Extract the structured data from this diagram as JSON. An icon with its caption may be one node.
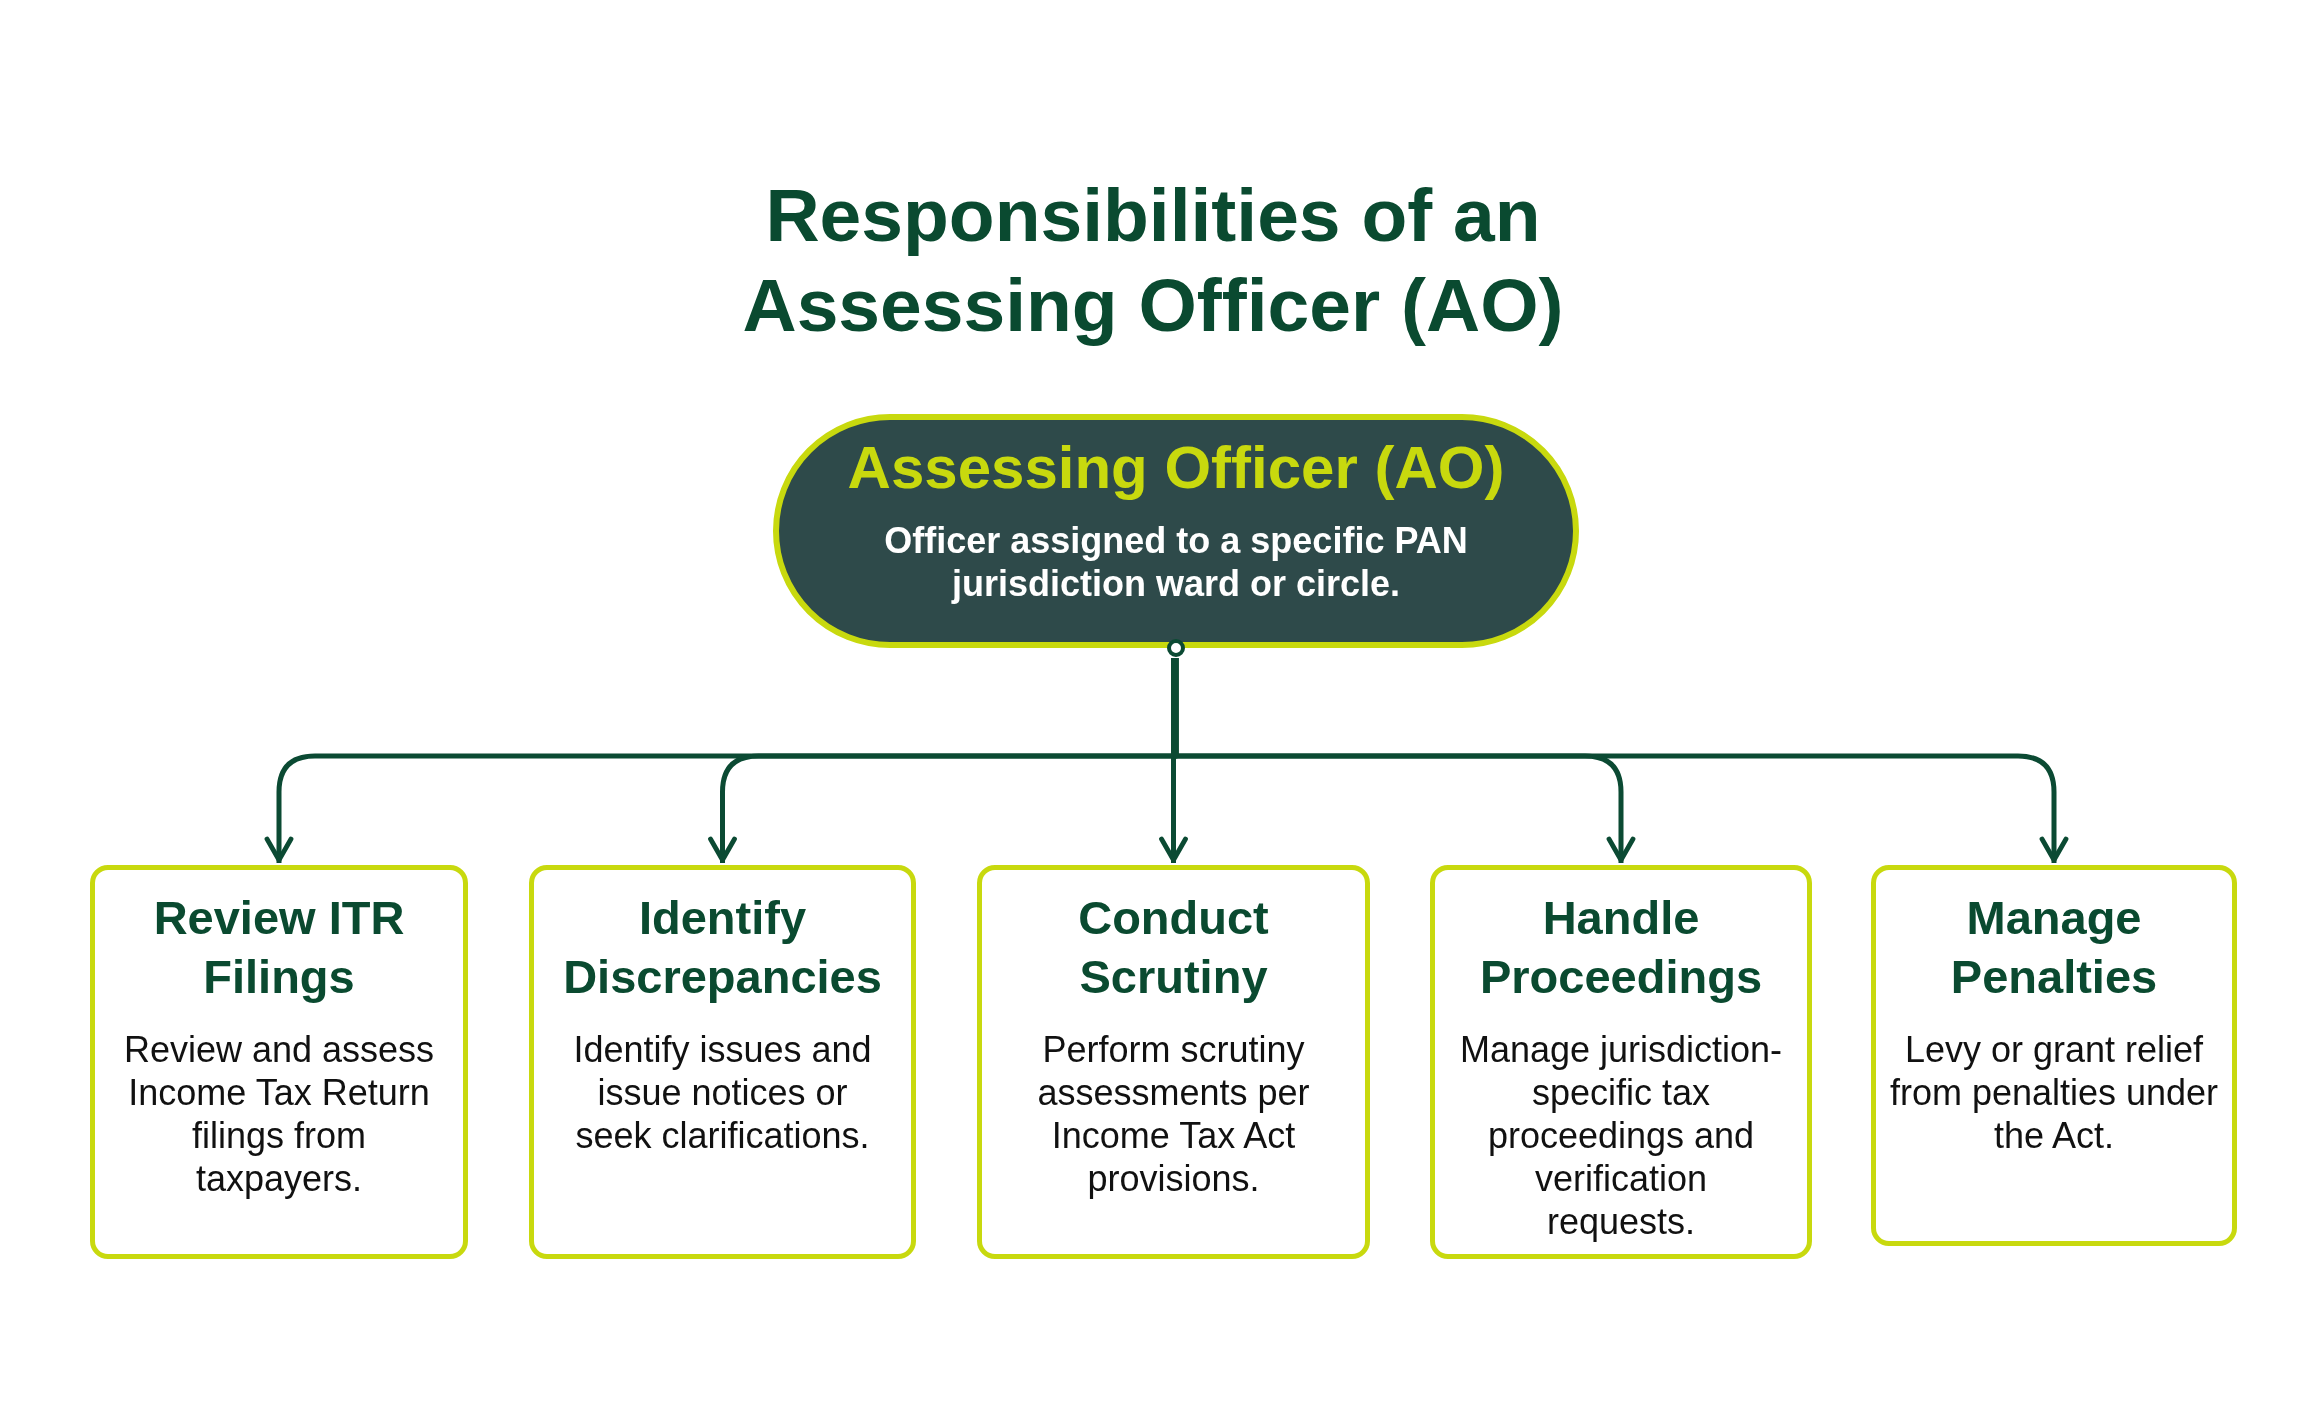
{
  "diagram": {
    "title": "Responsibilities of an Assessing Officer (AO)",
    "nodes": [
      {
        "text": [
          "Assessing Officer (AO)",
          "Officer assigned to a specific PAN jurisdiction ward or circle."
        ]
      },
      {
        "text": [
          "Review ITR Filings",
          "Review and assess Income Tax Return filings from taxpayers."
        ]
      },
      {
        "text": [
          "Identify Discrepancies",
          "Identify issues and issue notices or seek clarifications."
        ]
      },
      {
        "text": [
          "Conduct Scrutiny",
          "Perform scrutiny assessments per Income Tax Act provisions."
        ]
      },
      {
        "text": [
          "Handle Proceedings",
          "Manage jurisdiction-specific tax proceedings and verification requests."
        ]
      },
      {
        "text": [
          "Manage Penalties",
          "Levy or grant relief from penalties under the Act."
        ]
      }
    ],
    "edges": [
      {
        "from": 0,
        "to": 1,
        "arrow": "to"
      },
      {
        "from": 0,
        "to": 2,
        "arrow": "to"
      },
      {
        "from": 0,
        "to": 3,
        "arrow": "to"
      },
      {
        "from": 0,
        "to": 4,
        "arrow": "to"
      },
      {
        "from": 0,
        "to": 5,
        "arrow": "to"
      }
    ]
  }
}
